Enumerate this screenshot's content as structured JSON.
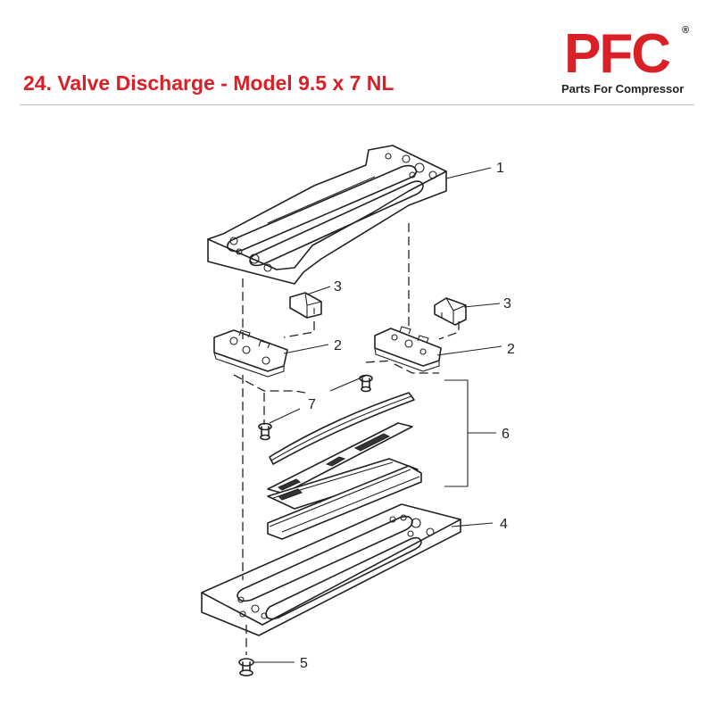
{
  "header": {
    "title": "24. Valve Discharge - Model 9.5 x 7 NL"
  },
  "logo": {
    "text": "PFC",
    "registered": "®",
    "tagline": "Parts For Compressor",
    "color": "#d92027"
  },
  "diagram": {
    "callouts": {
      "part_1": "1",
      "part_2_left": "2",
      "part_2_right": "2",
      "part_3_left": "3",
      "part_3_right": "3",
      "part_4": "4",
      "part_5": "5",
      "part_6": "6",
      "part_7": "7"
    }
  }
}
